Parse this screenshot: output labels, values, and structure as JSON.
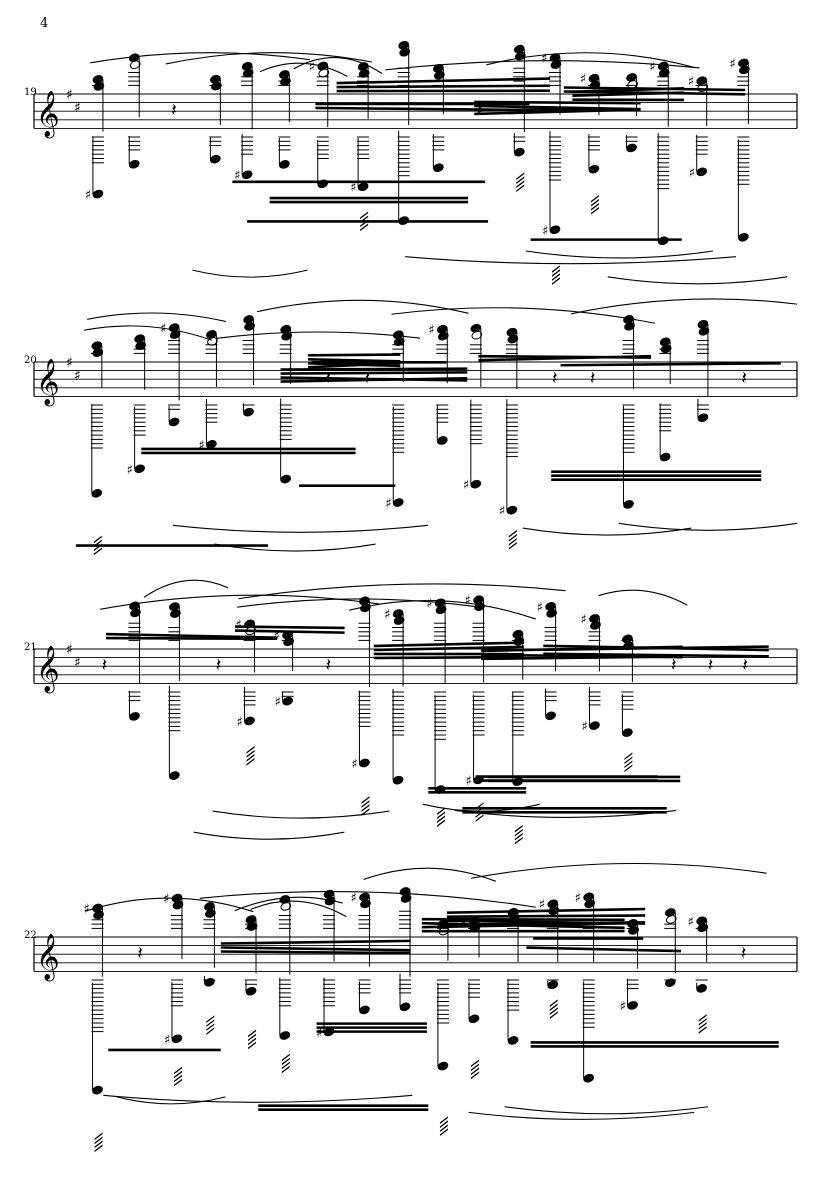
{
  "page": {
    "number": "4"
  },
  "systems": [
    {
      "measure": "19",
      "clef": "treble",
      "key_accidentals": [
        "sharp",
        "sharp"
      ]
    },
    {
      "measure": "20",
      "clef": "treble",
      "key_accidentals": [
        "sharp",
        "sharp"
      ]
    },
    {
      "measure": "21",
      "clef": "treble",
      "key_accidentals": [
        "sharp",
        "sharp"
      ]
    },
    {
      "measure": "22",
      "clef": "treble",
      "key_accidentals": []
    }
  ],
  "colors": {
    "ink": "#000000",
    "paper": "#ffffff"
  },
  "icons": {
    "clef": "treble-clef-icon",
    "sharp": "sharp-icon",
    "natural": "natural-icon",
    "rest": "quarter-rest-icon"
  }
}
